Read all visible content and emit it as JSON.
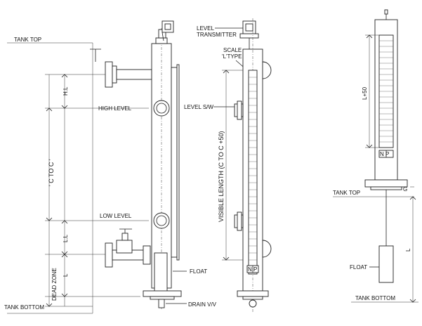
{
  "labels": {
    "tank_top_left": "TANK TOP",
    "tank_bottom_left": "TANK BOTTOM",
    "high_level": "HIGH LEVEL",
    "low_level": "LOW LEVEL",
    "float_left": "FLOAT",
    "drain": "DRAIN V/V",
    "level_transmitter_1": "LEVEL",
    "level_transmitter_2": "TRANSMITTER",
    "scale_1": "SCALE",
    "scale_2": "'L'TYPE",
    "level_switch": "LEVEL S/W",
    "visible_length": "VISIBLE LENGTH (C TO C +50)",
    "np_mid": "N P",
    "np_right": "N P",
    "tank_top_right": "TANK TOP",
    "tank_bottom_right": "TANK BOTTOM",
    "float_right": "FLOAT"
  },
  "dimensions": {
    "hl": "H.L",
    "c_to_c": "' C  TO  C '",
    "ll": "L.L",
    "l_left": "L",
    "dead_zone": "DEAD ZONE",
    "l_plus_50": "L+50",
    "g": "G",
    "l_right": "L"
  }
}
